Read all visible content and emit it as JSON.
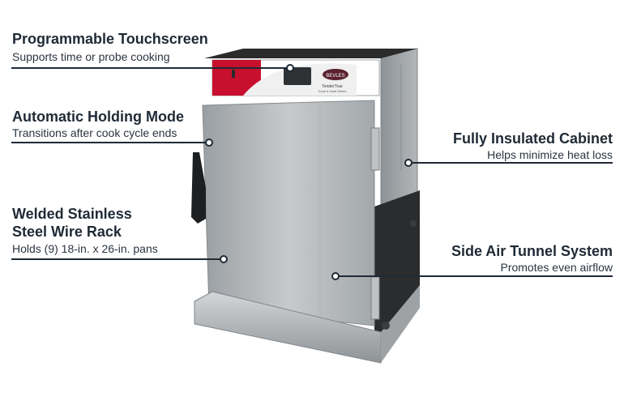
{
  "brand": {
    "name": "BEVLES",
    "series": "TenderTrue",
    "series_sub": "Cook & Hold Series",
    "accent": "#c8102e",
    "callout_color": "#1f2a36"
  },
  "callouts": {
    "touchscreen": {
      "title": "Programmable Touchscreen",
      "desc": "Supports time or probe cooking"
    },
    "holding": {
      "title": "Automatic Holding Mode",
      "desc": "Transitions after cook cycle ends"
    },
    "rack": {
      "title_line1": "Welded Stainless",
      "title_line2": "Steel Wire Rack",
      "desc": "Holds (9) 18-in. x 26-in. pans"
    },
    "insulated": {
      "title": "Fully Insulated Cabinet",
      "desc": "Helps minimize heat loss"
    },
    "airtunnel": {
      "title": "Side Air Tunnel System",
      "desc": "Promotes even airflow"
    }
  }
}
